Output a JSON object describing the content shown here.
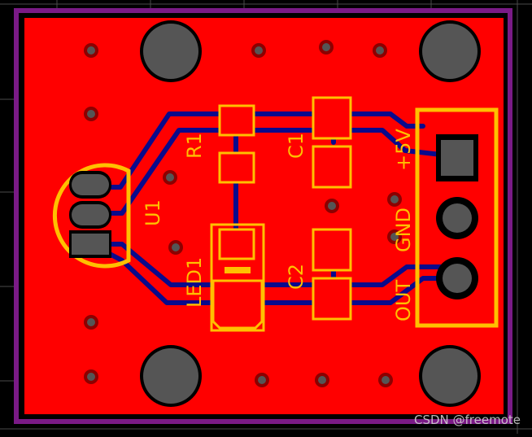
{
  "colors": {
    "background": "#000000",
    "board": "#ff0000",
    "outline": "#7a1a86",
    "silkscreen": "#ffc000",
    "trace": "#0a0a8c",
    "mounting_hole": "#555555",
    "pad": "#505050",
    "grid": "#4a4a4a"
  },
  "icons": {
    "mounting_hole": "mounting-hole-icon",
    "via": "via-icon",
    "pad": "smd-pad-icon"
  },
  "labels": {
    "r1": "R1",
    "c1": "C1",
    "c2": "C2",
    "led1": "LED1",
    "u1": "U1",
    "plus5v": "+5V",
    "gnd": "GND",
    "out": "OUT"
  },
  "watermark": "CSDN @freemote"
}
